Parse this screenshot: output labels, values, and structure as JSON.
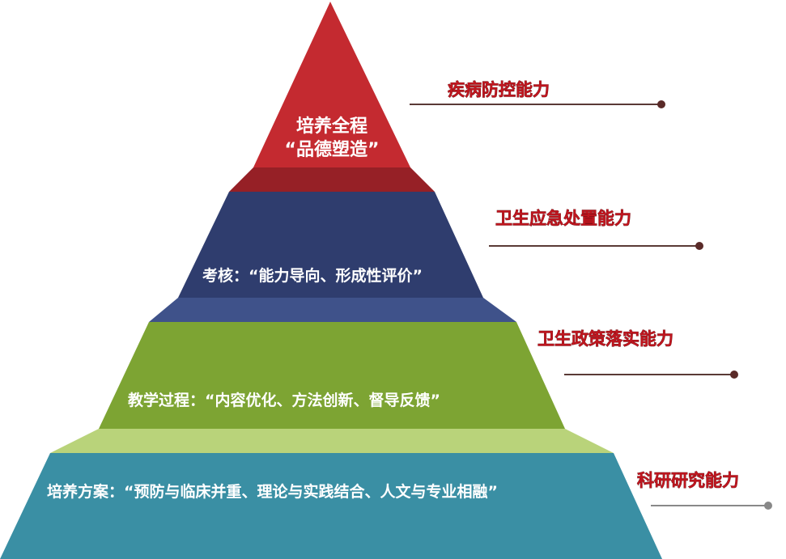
{
  "pyramid": {
    "top": {
      "line1": "培养全程",
      "line2": "“品德塑造”",
      "color": "#c42a30",
      "shade": "#962026"
    },
    "tier2": {
      "label": "考核：“能力导向、形成性评价”",
      "color": "#2f3d6e",
      "shade": "#3f528a"
    },
    "tier3": {
      "label": "教学过程：“内容优化、方法创新、督导反馈”",
      "color": "#7da433",
      "shade": "#b9d37a"
    },
    "tier4": {
      "label": "培养方案：“预防与临床并重、理论与实践结合、人文与专业相融”",
      "color": "#3a8fa4"
    }
  },
  "capabilities": [
    {
      "label": "疾病防控能力"
    },
    {
      "label": "卫生应急处置能力"
    },
    {
      "label": "卫生政策落实能力"
    },
    {
      "label": "科研研究能力"
    }
  ],
  "colors": {
    "capability_text": "#c0161f",
    "leader_line": "#5a3a36",
    "leader_dot": "#5a2a28",
    "leader_line_last": "#888888"
  }
}
